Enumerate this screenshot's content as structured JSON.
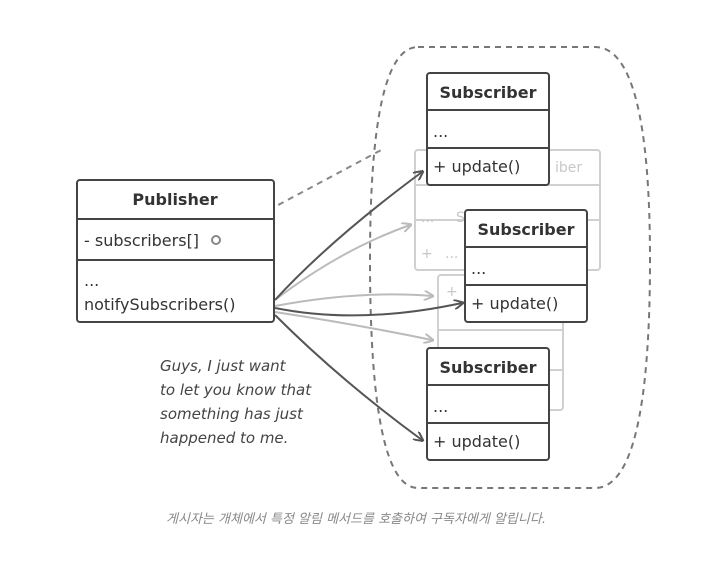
{
  "publisher": {
    "title": "Publisher",
    "field": "- subscribers[]",
    "ellipsis": "...",
    "method": "notifySubscribers()"
  },
  "subscribers": [
    {
      "title": "Subscriber",
      "ellipsis": "...",
      "method": "+ update()"
    },
    {
      "title": "Subscriber",
      "ellipsis": "...",
      "method": "+ update()"
    },
    {
      "title": "Subscriber",
      "ellipsis": "...",
      "method": "+ update()"
    }
  ],
  "faded": {
    "title_fragment_1": "iber",
    "title_fragment_2": "S",
    "ellipsis": "...",
    "plus": "+"
  },
  "note": {
    "lines": [
      "Guys, I just want",
      "to let you know that",
      "something has just",
      "happened to me."
    ]
  },
  "caption": "게시자는 개체에서 특정 알림 메서드를 호출하여 구독자에게 알립니다.",
  "colors": {
    "stroke": "#444444",
    "fill": "#ffffff",
    "faded": "#d0d0d0",
    "arrow_dark": "#555555",
    "arrow_light": "#bbbbbb",
    "dashed": "#777777"
  }
}
